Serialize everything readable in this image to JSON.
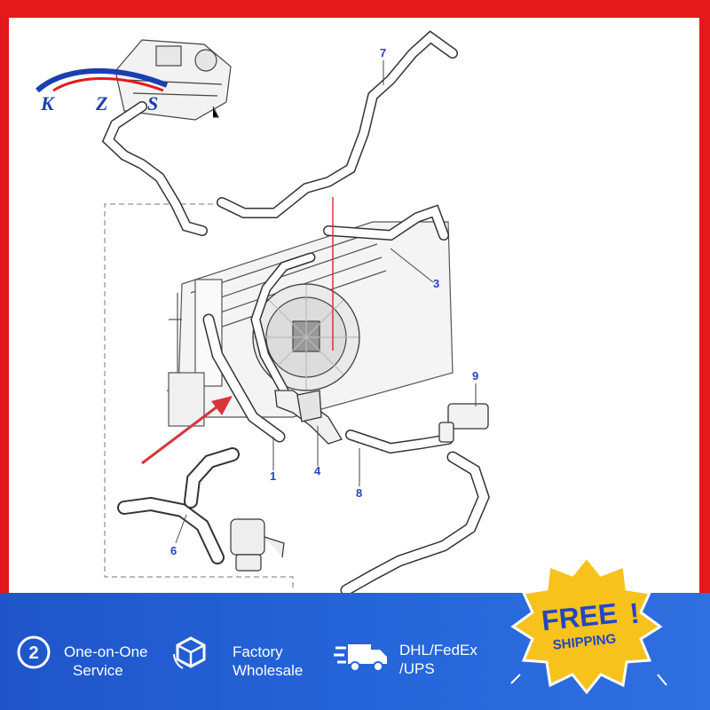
{
  "brand": {
    "letters": [
      "K",
      "Z",
      "S"
    ],
    "color": "#1a3fb0"
  },
  "frame_color": "#e3191c",
  "callouts": [
    "7",
    "3",
    "9",
    "1",
    "4",
    "8",
    "6"
  ],
  "badge": {
    "line1": "FREE",
    "line2": "SHIPPING",
    "mark": "!",
    "fill": "#f7c21b",
    "text_color": "#2246c4"
  },
  "features": [
    {
      "icon": "two-badge-icon",
      "lines": [
        "One-on-One",
        "Service"
      ]
    },
    {
      "icon": "package-icon",
      "lines": [
        "Factory",
        "Wholesale"
      ]
    },
    {
      "icon": "delivery-truck-icon",
      "lines": [
        "DHL/FedEx",
        "/UPS"
      ]
    }
  ],
  "footer_color": "#2566da"
}
